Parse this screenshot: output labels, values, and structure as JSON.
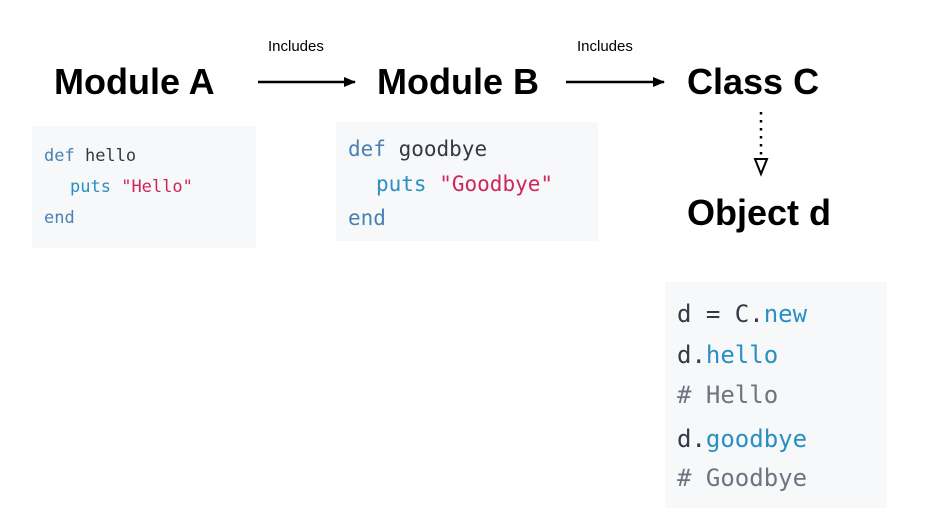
{
  "nodes": {
    "module_a": "Module A",
    "module_b": "Module B",
    "class_c": "Class C",
    "object_d": "Object d"
  },
  "edges": {
    "a_to_b_label": "Includes",
    "b_to_c_label": "Includes"
  },
  "code_module_a": {
    "line1_kw": "def",
    "line1_name": " hello",
    "line2_kw": "puts",
    "line2_str": "\"Hello\"",
    "line3_kw": "end"
  },
  "code_module_b": {
    "line1_kw": "def",
    "line1_name": " goodbye",
    "line2_kw": "puts",
    "line2_str": "\"Goodbye\"",
    "line3_kw": "end"
  },
  "code_object_d": {
    "line1_lhs": "d = C.",
    "line1_method": "new",
    "line2_obj": "d.",
    "line2_method": "hello",
    "line3_comment": "# Hello",
    "line4_obj": "d.",
    "line4_method": "goodbye",
    "line5_comment": "# Goodbye"
  },
  "colors": {
    "keyword": "#4a80b4",
    "method": "#2a8fc1",
    "string": "#d0245b",
    "comment": "#6e7480",
    "code_background": "#f6f8fa"
  }
}
